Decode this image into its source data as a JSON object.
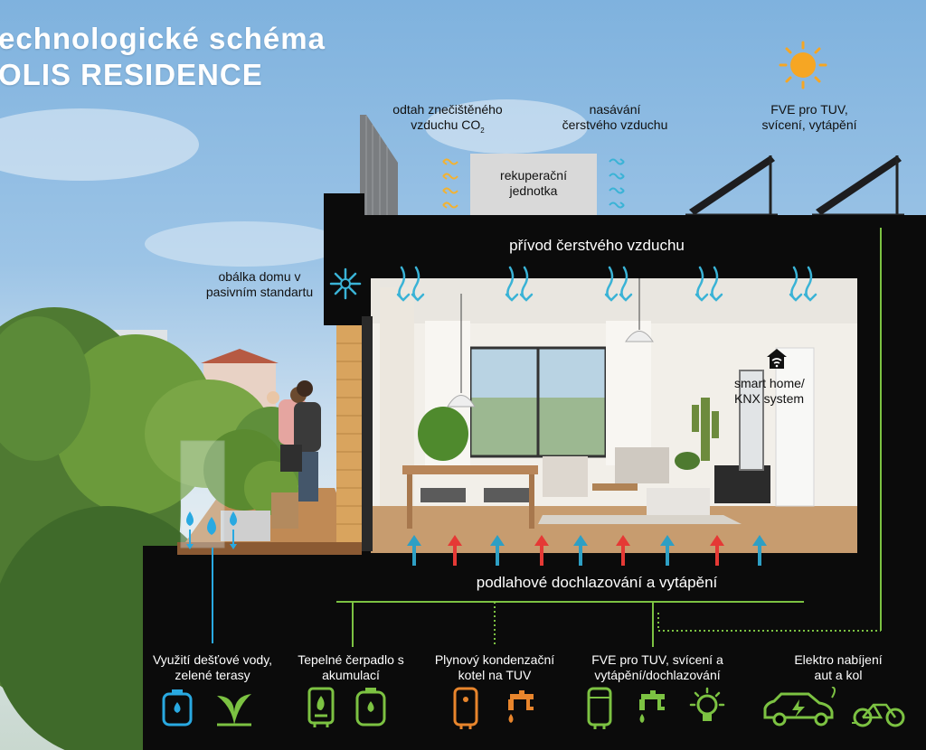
{
  "title": {
    "line1": "echnologické  schéma",
    "line2": "OLIS RESIDENCE"
  },
  "labels": {
    "exhaust_line1": "odtah znečištěného",
    "exhaust_line2": "vzduchu CO",
    "exhaust_sub": "2",
    "intake_line1": "nasávání",
    "intake_line2": "čerstvého vzduchu",
    "fve_top_line1": "FVE pro TUV,",
    "fve_top_line2": "svícení, vytápění",
    "recovery_line1": "rekuperační",
    "recovery_line2": "jednotka",
    "fresh_air_supply": "přívod čerstvého vzduchu",
    "envelope_line1": "obálka domu v",
    "envelope_line2": "pasivním standartu",
    "smart_line1": "smart home/",
    "smart_line2": "KNX system",
    "floor": "podlahové dochlazování a vytápění"
  },
  "bottom_items": [
    {
      "line1": "Využití dešťové vody,",
      "line2": "zelené terasy",
      "color": "#29a9e1",
      "icons": [
        "water-tank-icon",
        "leaf-plant-icon"
      ]
    },
    {
      "line1": "Tepelné čerpadlo s",
      "line2": "akumulací",
      "color": "#7cc242",
      "icons": [
        "heat-pump-icon",
        "accumulation-tank-icon"
      ]
    },
    {
      "line1": "Plynový kondenzační",
      "line2": "kotel na TUV",
      "color": "#e8852c",
      "icons": [
        "boiler-icon",
        "hot-water-tap-icon"
      ]
    },
    {
      "line1": "FVE pro TUV, svícení a",
      "line2": "vytápění/dochlazování",
      "color": "#7cc242",
      "icons": [
        "water-heater-icon",
        "tap-icon",
        "light-bulb-icon"
      ]
    },
    {
      "line1": "Elektro nabíjení",
      "line2": "aut a kol",
      "color": "#7cc242",
      "icons": [
        "electric-car-icon",
        "electric-bike-icon"
      ]
    }
  ],
  "colors": {
    "house_frame": "#0b0b0b",
    "air_arrow": "#3ab3d6",
    "cold_arrow": "#2e9fc4",
    "warm_arrow": "#e53935",
    "green_line": "#7cc242",
    "blue_line": "#29a9e1",
    "sun": "#f6a623"
  }
}
